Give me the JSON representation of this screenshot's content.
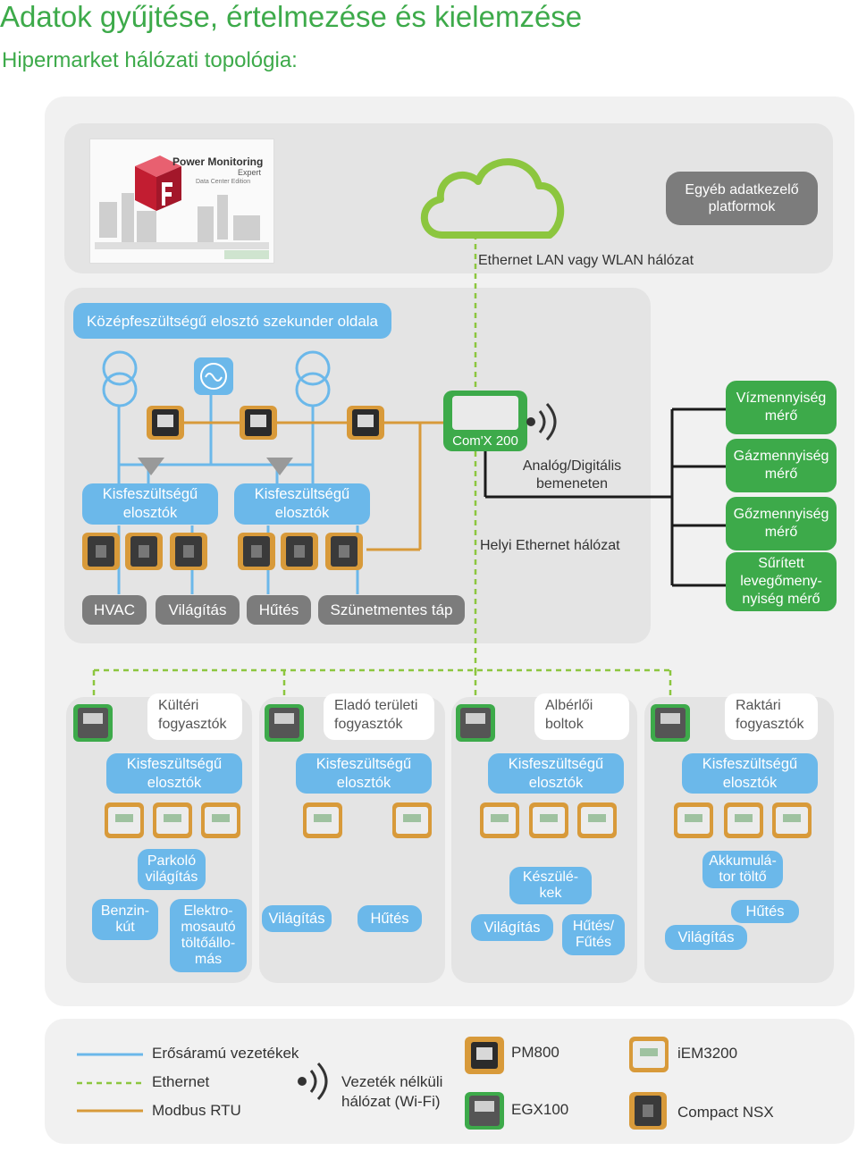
{
  "header": {
    "title": "Adatok gyűjtése, értelmezése és kielemzése",
    "subtitle": "Hipermarket hálózati topológia:"
  },
  "top": {
    "pme_title": "Power Monitoring",
    "pme_sub1": "Expert",
    "pme_sub2": "Data Center Edition",
    "other_platforms": "Egyéb adatkezelő platformok",
    "lan_label": "Ethernet LAN vagy WLAN hálózat"
  },
  "middle": {
    "mv_label": "Középfeszültségű elosztó szekunder oldala",
    "lv_left": "Kisfeszültségű elosztók",
    "lv_right": "Kisfeszültségű elosztók",
    "loads": [
      "HVAC",
      "Világítás",
      "Hűtés",
      "Szünetmentes táp"
    ],
    "comx_label": "Com'X 200",
    "analog_label": "Analóg/Digitális bemeneten",
    "local_eth_label": "Helyi Ethernet hálózat",
    "meters": [
      "Vízmennyiség mérő",
      "Gázmennyiség mérő",
      "Gőzmennyiség mérő",
      "Sűrített levegőmeny-nyiség mérő"
    ]
  },
  "zones": [
    {
      "title": "Kültéri fogyasztók",
      "dist": "Kisfeszültségű elosztók",
      "loads": [
        "Parkoló világítás",
        "Benzin-kút",
        "Elektro-mosautó töltőállo-más"
      ]
    },
    {
      "title": "Eladó területi fogyasztók",
      "dist": "Kisfeszültségű elosztók",
      "loads": [
        "Világítás",
        "Hűtés"
      ]
    },
    {
      "title": "Albérlői boltok",
      "dist": "Kisfeszültségű elosztók",
      "loads": [
        "Készülé-kek",
        "Világítás",
        "Hűtés/ Fűtés"
      ]
    },
    {
      "title": "Raktári fogyasztók",
      "dist": "Kisfeszültségű elosztók",
      "loads": [
        "Akkumulá-tor töltő",
        "Hűtés",
        "Világítás"
      ]
    }
  ],
  "legend": {
    "power": "Erősáramú vezetékek",
    "ethernet": "Ethernet",
    "modbus": "Modbus RTU",
    "wifi": "Vezeték nélküli hálózat (Wi-Fi)",
    "pm800": "PM800",
    "egx100": "EGX100",
    "iem3200": "iEM3200",
    "nsx": "Compact NSX"
  },
  "colors": {
    "green": "#3daa4a",
    "blue": "#6bb8ea",
    "orange": "#d89a3a",
    "gray": "#7c7c7c",
    "black": "#1a1a1a"
  }
}
